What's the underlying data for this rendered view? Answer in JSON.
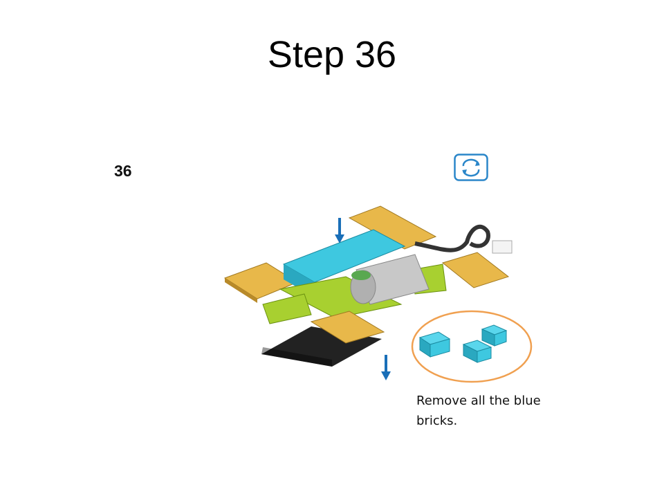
{
  "slide": {
    "title": "Step 36",
    "step_number": "36",
    "caption": "Remove all the blue bricks."
  },
  "icons": {
    "rotate": "rotate-model-icon",
    "arrows": "down-arrow-icon"
  },
  "colors": {
    "arrow_blue": "#1a6fb8",
    "icon_blue": "#2a86c9",
    "callout_orange": "#f0a050",
    "brick_blue": "#3ec8e0",
    "brick_yellow": "#e8b84a",
    "brick_lime": "#a8d030",
    "motor_gray": "#c8c8c8",
    "plate_black": "#202020"
  }
}
